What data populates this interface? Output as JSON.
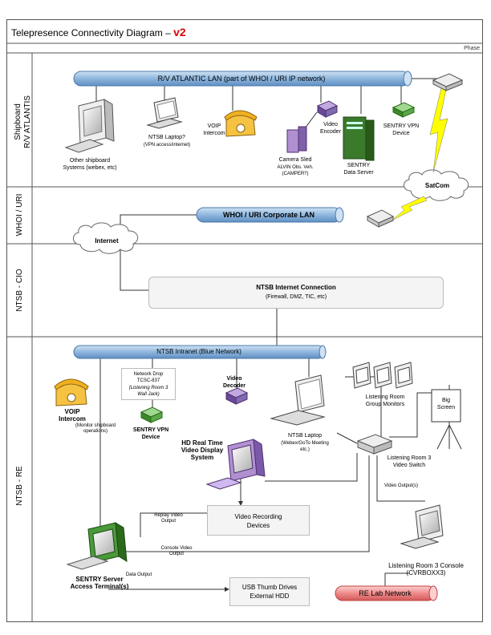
{
  "title": {
    "text": "Telepresence Connectivity Diagram – ",
    "version": "v2"
  },
  "phase": "Phase",
  "lanes": {
    "shipboard": [
      "Shipboard",
      "R/V ATLANTIS"
    ],
    "whoi": "WHOI / URI",
    "cio": "NTSB - CIO",
    "re": "NTSB - RE"
  },
  "networks": {
    "atlantic_lan": "R/V ATLANTIC LAN (part of WHOI / URI IP network)",
    "whoi_lan": "WHOI / URI Corporate LAN",
    "intranet": "NTSB Intranet (Blue Network)",
    "re_lab": "RE Lab Network",
    "internet": "Internet",
    "satcom": "SatCom"
  },
  "shipboard": {
    "other_systems": [
      "Other shipboard",
      "Systems (webex, etc)"
    ],
    "laptop": [
      "NTSB Laptop?",
      "(VPN access/internet)"
    ],
    "voip": [
      "VOIP",
      "Intercom"
    ],
    "camera": [
      "Camera Sled",
      "ALVIN Obs. Veh.",
      "(CAMPER?)"
    ],
    "encoder": [
      "Video",
      "Encoder"
    ],
    "sentry_server": [
      "SENTRY",
      "Data Server"
    ],
    "sentry_vpn": [
      "SENTRY VPN",
      "Device"
    ]
  },
  "cio": {
    "connection_title": "NTSB Internet Connection",
    "connection_sub": "(Firewall, DMZ, TIC, etc)"
  },
  "re": {
    "voip_title": [
      "VOIP",
      "Intercom"
    ],
    "voip_sub": [
      "(Monitor shipboard",
      "operations)"
    ],
    "network_drop": [
      "Network Drop",
      "TCSC-837"
    ],
    "network_drop_sub": [
      "(Listening Room 3",
      "Wall Jack)"
    ],
    "sentry_vpn": [
      "SENTRY VPN",
      "Device"
    ],
    "video_decoder": [
      "Video",
      "Decoder"
    ],
    "hd_display": [
      "HD Real Time",
      "Video Display",
      "System"
    ],
    "laptop": [
      "NTSB Laptop",
      "(Webex/GoTo Meeting",
      "etc.)"
    ],
    "group_monitors": [
      "Listening Room",
      "Group Monitors"
    ],
    "big_screen": [
      "Big",
      "Screen"
    ],
    "video_switch": [
      "Listening Room 3",
      "Video Switch"
    ],
    "video_outputs": "Video Output(s)",
    "replay_output": [
      "Replay Video",
      "Output"
    ],
    "recording": [
      "Video Recording",
      "Devices"
    ],
    "console_output": [
      "Console Video",
      "Output"
    ],
    "data_output": "Data Output",
    "usb": [
      "USB Thumb Drives",
      "External HDD"
    ],
    "sentry_terminal": [
      "SENTRY Server",
      "Access Terminal(s)"
    ],
    "console": [
      "Listening Room 3 Console",
      "(CVRBOXX3)"
    ]
  },
  "colors": {
    "accent_red": "#d00000",
    "lan_blue": "#9dc3e6",
    "re_lab_red": "#f4a0a0"
  }
}
